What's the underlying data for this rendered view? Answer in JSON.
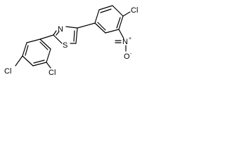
{
  "molecule": {
    "atom_labels": {
      "chloro_top_right": "Cl",
      "nitro_nitrogen": "N",
      "nitro_oxygen": "O",
      "thiazole_nitrogen": "N",
      "thiazole_sulfur": "S",
      "chloro_bottom_left": "Cl",
      "chloro_bottom_mid": "Cl"
    },
    "charges": {
      "nitro_plus": "+",
      "nitro_minus": "-"
    }
  }
}
